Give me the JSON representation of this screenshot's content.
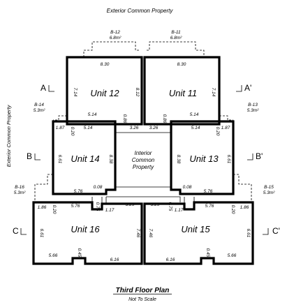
{
  "labels": {
    "exterior_top": "Exterior Common Property",
    "exterior_left": "Exterior Common Property",
    "interior_line1": "Interior",
    "interior_line2": "Common",
    "interior_line3": "Property",
    "title": "Third Floor Plan",
    "subtitle": "Not To Scale"
  },
  "balconies": {
    "b12_name": "B-12",
    "b12_area": "6.8m²",
    "b11_name": "B-11",
    "b11_area": "6.8m²",
    "b14_name": "B-14",
    "b14_area": "5.3m²",
    "b13_name": "B-13",
    "b13_area": "5.3m²",
    "b16_name": "B-16",
    "b16_area": "5.3m²",
    "b15_name": "B-15",
    "b15_area": "5.3m²"
  },
  "units": {
    "u12": "Unit 12",
    "u11": "Unit 11",
    "u14": "Unit 14",
    "u13": "Unit 13",
    "u16": "Unit 16",
    "u15": "Unit 15"
  },
  "sections": {
    "A_left": "A",
    "A_right": "A'",
    "B_left": "B",
    "B_right": "B'",
    "C_left": "C",
    "C_right": "C'"
  },
  "dimensions": {
    "u12_top": "8.30",
    "u12_left": "7.14",
    "u12_right": "8.12",
    "u12_bottom": "5.14",
    "u12_d1": "0.86",
    "u12_d2": "3.26",
    "u11_top": "8.30",
    "u11_right": "7.14",
    "u11_bottom": "5.14",
    "u11_d1": "0.86",
    "u11_d2": "3.26",
    "u14_tl": "1.87",
    "u14_t1": "0.20",
    "u14_t2": "5.14",
    "u14_left": "6.61",
    "u14_right": "8.38",
    "u14_b1": "0.08",
    "u14_bottom": "5.76",
    "u13_t1": "5.14",
    "u13_t2": "0.20",
    "u13_tr": "1.87",
    "u13_left": "8.38",
    "u13_right": "6.61",
    "u13_b1": "0.08",
    "u13_bottom": "5.76",
    "u16_tl": "1.86",
    "u16_t1": "0.20",
    "u16_t2": "5.76",
    "u16_t3": "0.75",
    "u16_t4": "1.17",
    "u16_t5": "3.25",
    "u16_left": "6.61",
    "u16_right": "7.46",
    "u16_b1": "5.66",
    "u16_b2": "0.45",
    "u16_b3": "6.16",
    "u15_t1": "3.25",
    "u15_t2": "0.75",
    "u15_t3": "1.17",
    "u15_t4": "5.76",
    "u15_t5": "0.20",
    "u15_tr": "1.86",
    "u15_left": "7.46",
    "u15_right": "6.61",
    "u15_b1": "6.16",
    "u15_b2": "0.45",
    "u15_b3": "5.66"
  }
}
